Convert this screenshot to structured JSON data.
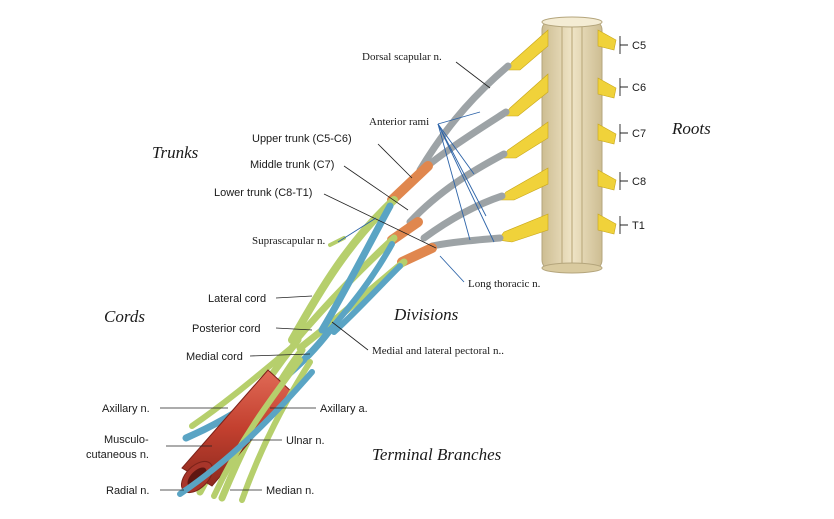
{
  "sections": {
    "roots": "Roots",
    "trunks": "Trunks",
    "divisions": "Divisions",
    "cords": "Cords",
    "terminal": "Terminal Branches"
  },
  "roots": [
    "C5",
    "C6",
    "C7",
    "C8",
    "T1"
  ],
  "labels": {
    "dorsal_scapular": "Dorsal scapular n.",
    "anterior_rami": "Anterior rami",
    "upper_trunk": "Upper trunk (C5-C6)",
    "middle_trunk": "Middle trunk (C7)",
    "lower_trunk": "Lower trunk (C8-T1)",
    "suprascapular": "Suprascapular n.",
    "long_thoracic": "Long thoracic n.",
    "lateral_cord": "Lateral cord",
    "posterior_cord": "Posterior cord",
    "medial_cord": "Medial cord",
    "pectoral": "Medial and lateral pectoral n..",
    "axillary_n": "Axillary n.",
    "axillary_a": "Axillary a.",
    "musculocutaneous_1": "Musculo-",
    "musculocutaneous_2": "cutaneous n.",
    "ulnar": "Ulnar n.",
    "radial": "Radial n.",
    "median": "Median n."
  },
  "colors": {
    "spinal_cord": "#e4d7b4",
    "rootlet": "#f0d23a",
    "ramus": "#9da3a6",
    "division_orange": "#e0874e",
    "nerve_green": "#b6cf6c",
    "posterior_blue": "#5aa4c4",
    "artery_red": "#c94434",
    "leader_blue": "#2c63a8"
  }
}
